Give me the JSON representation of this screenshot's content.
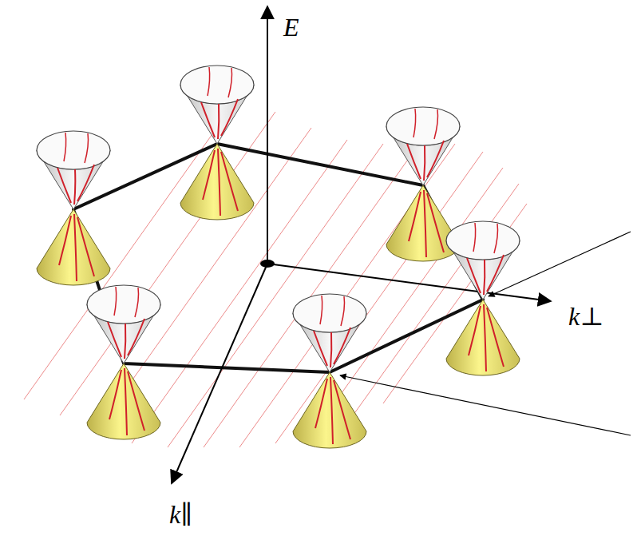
{
  "diagram": {
    "labels": [
      "E",
      "k⊥",
      "k∥"
    ]
  }
}
